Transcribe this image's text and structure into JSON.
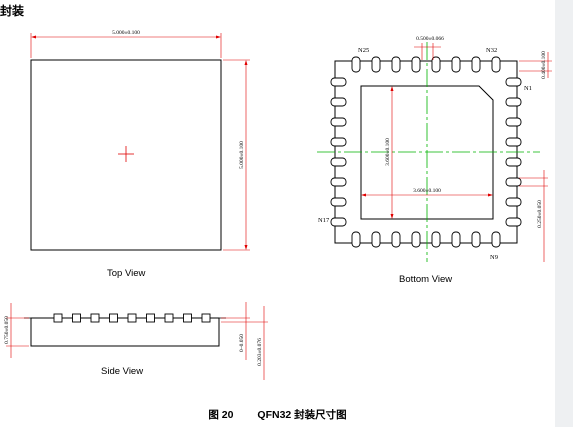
{
  "heading": "封装",
  "views": {
    "top": "Top View",
    "bottom": "Bottom View",
    "side": "Side View"
  },
  "dimensions": {
    "top_width": "5.000±0.100",
    "top_height": "5.000±0.100",
    "pad_pitch": "0.500±0.066",
    "pad_length": "0.400±0.100",
    "exposed_pad_height": "3.600±0.100",
    "exposed_pad_width": "3.600±0.100",
    "pad_width": "0.250±0.050",
    "side_height": "0.750±0.050",
    "standoff": "0~0.050",
    "lead_thickness": "0.203±0.076"
  },
  "pins": {
    "n25": "N25",
    "n32": "N32",
    "n1": "N1",
    "n17": "N17",
    "n9": "N9"
  },
  "figure": {
    "number": "图 20",
    "title": "QFN32 封装尺寸图"
  },
  "colors": {
    "dimension": "#e00000",
    "centerline": "#00b400",
    "outline": "#000000",
    "gutter": "#eef0f2"
  }
}
